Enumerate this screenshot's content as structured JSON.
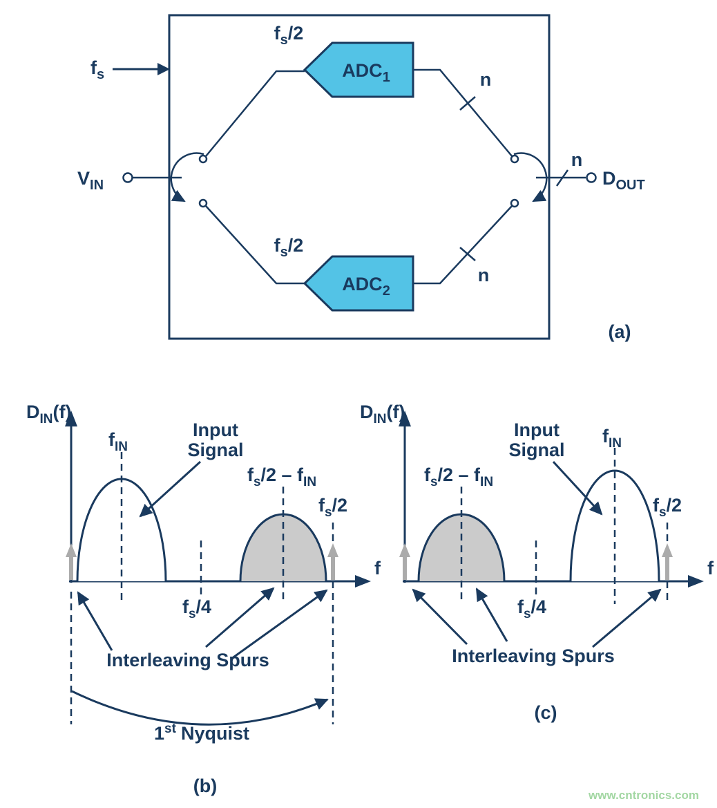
{
  "colors": {
    "line": "#1A3A5E",
    "adc_fill": "#53C3E6",
    "gray_fill": "#CBCBCB",
    "gray_arrow": "#ABABAB",
    "watermark": "#A3D7A3",
    "background": "#FFFFFF"
  },
  "block_diagram": {
    "fs": {
      "main": "f",
      "sub": "s"
    },
    "fs2_top": {
      "main": "f",
      "sub": "s",
      "suffix": "/2"
    },
    "fs2_bottom": {
      "main": "f",
      "sub": "s",
      "suffix": "/2"
    },
    "vin": {
      "main": "V",
      "sub": "IN"
    },
    "dout": {
      "main": "D",
      "sub": "OUT"
    },
    "adc1": {
      "main": "ADC",
      "sub": "1"
    },
    "adc2": {
      "main": "ADC",
      "sub": "2"
    },
    "bus_top": "n",
    "bus_bottom": "n",
    "bus_out": "n",
    "caption": "(a)"
  },
  "spectrum_b": {
    "y_axis": {
      "main": "D",
      "sub": "IN",
      "suffix": "(f)"
    },
    "x_axis_label": "f",
    "fin": {
      "main": "f",
      "sub": "IN"
    },
    "input_signal": {
      "line1": "Input",
      "line2": "Signal"
    },
    "alias": {
      "p1": "f",
      "p2": "s",
      "p3": "/2 – f",
      "p4": "IN"
    },
    "fs2": {
      "main": "f",
      "sub": "s",
      "suffix": "/2"
    },
    "fs4": {
      "main": "f",
      "sub": "s",
      "suffix": "/4"
    },
    "spurs": "Interleaving Spurs",
    "nyquist": {
      "num": "1",
      "sup": "st",
      "rest": "Nyquist"
    },
    "caption": "(b)"
  },
  "spectrum_c": {
    "y_axis": {
      "main": "D",
      "sub": "IN",
      "suffix": "(f)"
    },
    "x_axis_label": "f",
    "fin": {
      "main": "f",
      "sub": "IN"
    },
    "input_signal": {
      "line1": "Input",
      "line2": "Signal"
    },
    "alias": {
      "p1": "f",
      "p2": "s",
      "p3": "/2 – f",
      "p4": "IN"
    },
    "fs2": {
      "main": "f",
      "sub": "s",
      "suffix": "/2"
    },
    "fs4": {
      "main": "f",
      "sub": "s",
      "suffix": "/4"
    },
    "spurs": "Interleaving Spurs",
    "caption": "(c)"
  },
  "watermark": "www.cntronics.com"
}
